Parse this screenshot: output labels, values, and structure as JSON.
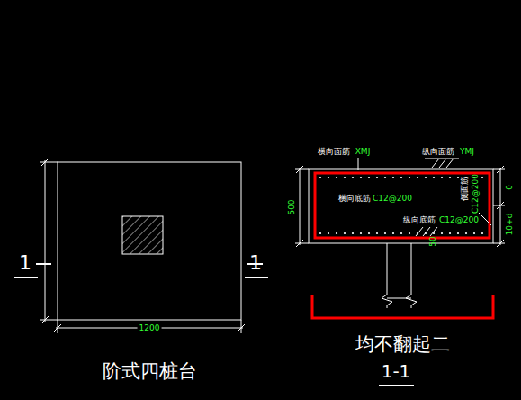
{
  "diagram": {
    "labels": [
      "1",
      "1",
      "1200",
      "阶式四桩台",
      "横向面筋",
      "XMJ",
      "纵向面筋",
      "YMJ",
      "横向底筋",
      "C12@200",
      "纵向底筋",
      "C12@200",
      "侧面筋",
      "C12@200",
      "500",
      "0",
      "10+d",
      "50",
      "均不翻起二",
      "1-1"
    ]
  }
}
